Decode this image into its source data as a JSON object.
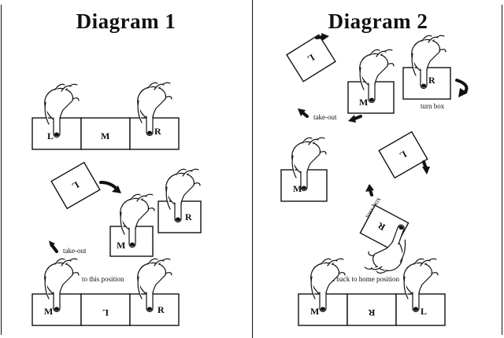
{
  "diagram_1": {
    "title": "Diagram 1",
    "letters": {
      "left": "L",
      "middle": "M",
      "right": "R"
    },
    "captions": {
      "take_out": "take-out",
      "to_this_position": "to this position"
    }
  },
  "diagram_2": {
    "title": "Diagram 2",
    "letters": {
      "left": "L",
      "middle": "M",
      "right": "R"
    },
    "captions": {
      "take_out": "take-out",
      "turn_box": "turn box",
      "toss_box": "toss box",
      "back_home": "and back to home position"
    }
  },
  "colors": {
    "ink": "#111111",
    "paper": "#ffffff"
  }
}
